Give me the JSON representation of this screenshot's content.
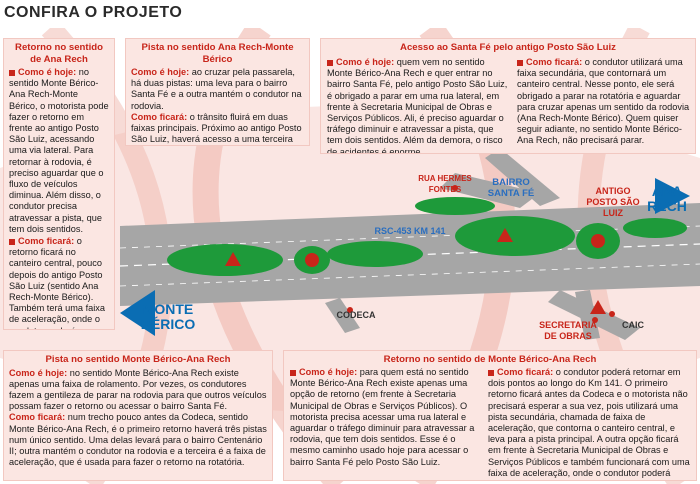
{
  "title": "CONFIRA O PROJETO",
  "boxes": {
    "left_top": {
      "heading": "Retorno no sentido de Ana Rech",
      "hoje_label": "Como é hoje:",
      "hoje_text": "no sentido Monte Bérico-Ana Rech-Monte Bérico, o motorista pode fazer o retorno em frente ao antigo Posto São Luiz, acessando uma via lateral. Para retornar à rodovia, é preciso aguardar que o fluxo de veículos diminua. Além disso, o condutor precisa atravessar a pista, que tem dois sentidos.",
      "ficara_label": "Como ficará:",
      "ficara_text": "o retorno ficará no canteiro central, pouco depois do antigo Posto São Luiz (sentido Ana Rech-Monte Bérico). Também terá uma faixa de aceleração, onde o condutor poderá acessar a rodovia sem atravessar a pista."
    },
    "top_mid": {
      "heading": "Pista no sentido Ana Rech-Monte Bérico",
      "hoje_label": "Como é hoje:",
      "hoje_text": "ao cruzar pela passarela, há duas pistas: uma leva para o bairro Santa Fé e a outra mantém o condutor na rodovia.",
      "ficara_label": "Como ficará:",
      "ficara_text": "o trânsito fluirá em duas faixas principais. Próximo ao antigo Posto São Luiz, haverá acesso a uma terceira faixa, que contorna o canteiro central e deverá ser utilizada por quem quer fazer o retorno."
    },
    "top_right": {
      "heading": "Acesso ao Santa Fé pelo antigo Posto São Luiz",
      "hoje_label": "Como é hoje:",
      "hoje_text": "quem vem no sentido Monte Bérico-Ana Rech e quer entrar no bairro Santa Fé, pelo antigo Posto São Luiz, é obrigado a parar em uma rua lateral, em frente à Secretaria Municipal de Obras e Serviços Públicos. Ali, é preciso aguardar o tráfego diminuir e atravessar a pista, que tem dois sentidos. Além da demora, o risco de acidentes é enorme.",
      "ficara_label": "Como ficará:",
      "ficara_text": "o condutor utilizará uma faixa secundária, que contornará um canteiro central. Nesse ponto, ele será obrigado a parar na rotatória e aguardar para cruzar apenas um sentido da rodovia (Ana Rech-Monte Bérico). Quem quiser seguir adiante, no sentido Monte Bérico-Ana Rech, não precisará parar."
    },
    "bottom_left": {
      "heading": "Pista no sentido Monte Bérico-Ana Rech",
      "hoje_label": "Como é hoje:",
      "hoje_text": "no sentido Monte Bérico-Ana Rech existe apenas uma faixa de rolamento. Por vezes, os condutores fazem a gentileza de parar na rodovia para que outros veículos possam fazer o retorno ou acessar o bairro Santa Fé.",
      "ficara_label": "Como ficará:",
      "ficara_text": "num trecho pouco antes da Codeca, sentido Monte Bérico-Ana Rech, é o primeiro retorno haverá três pistas num único sentido. Uma delas levará para o bairro Centenário II; outra mantém o condutor na rodovia e a terceira é a faixa de aceleração, que é usada para fazer o retorno na rotatória."
    },
    "bottom_right": {
      "heading": "Retorno no sentido de Monte Bérico-Ana Rech",
      "hoje_label": "Como é hoje:",
      "hoje_text": "para quem está no sentido Monte Bérico-Ana Rech existe apenas uma opção de retorno (em frente à Secretaria Municipal de Obras e Serviços Públicos). O motorista precisa acessar uma rua lateral e aguardar o tráfego diminuir para atravessar a rodovia, que tem dois sentidos. Esse é o mesmo caminho usado hoje para acessar o bairro Santa Fé pelo Posto São Luiz.",
      "ficara_label": "Como ficará:",
      "ficara_text": "o condutor poderá retornar em dois pontos ao longo do Km 141. O primeiro retorno ficará antes da Codeca e o motorista não precisará esperar a sua vez, pois utilizará uma pista secundária, chamada de faixa de aceleração, que contorna o canteiro central, e leva para a pista principal. A outra opção ficará em frente à Secretaria Municipal de Obras e Serviços Públicos e também funcionará com uma faixa de aceleração, onde o condutor poderá acessar a rodovia."
    }
  },
  "map_labels": {
    "rua_hermes": "RUA HERMES FONTES",
    "bairro_santa_fe": "BAIRRO SANTA FÉ",
    "antigo_posto": "ANTIGO POSTO SÃO LUIZ",
    "ana_rech": "ANA RECH",
    "rsc": "RSC-453 KM 141",
    "monte_berico": "MONTE BÉRICO",
    "codeca": "CODECA",
    "secretaria": "SECRETARIA DE OBRAS",
    "caic": "CAIC"
  },
  "colors": {
    "accent_red": "#c8251a",
    "accent_blue": "#0a6db3",
    "box_bg": "#fbe6e2",
    "road": "#9a9a9a",
    "green": "#1e9a3a"
  }
}
